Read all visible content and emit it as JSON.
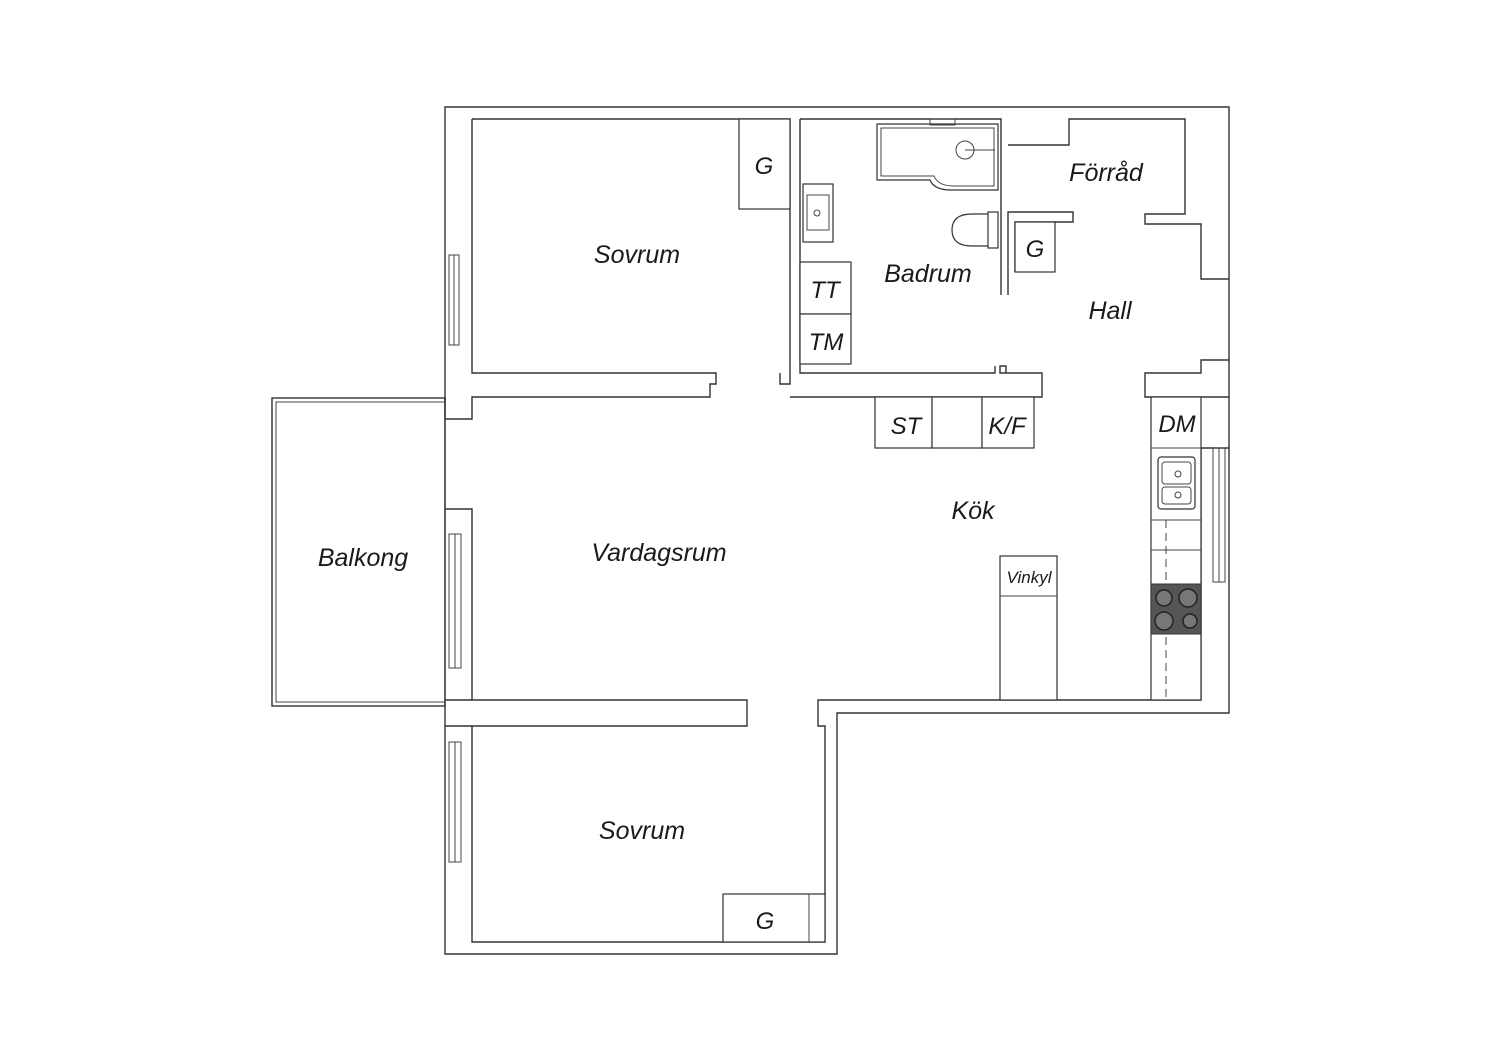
{
  "rooms": {
    "sovrum_top": "Sovrum",
    "sovrum_bottom": "Sovrum",
    "vardagsrum": "Vardagsrum",
    "balkong": "Balkong",
    "badrum": "Badrum",
    "forrad": "Förråd",
    "hall": "Hall",
    "kok": "Kök"
  },
  "fixtures": {
    "g_top": "G",
    "g_bath": "G",
    "g_bottom": "G",
    "tt": "TT",
    "tm": "TM",
    "st": "ST",
    "kf": "K/F",
    "dm": "DM",
    "vinkyl": "Vinkyl"
  },
  "colors": {
    "walls": "#333333",
    "background": "#ffffff",
    "stove": "#555555"
  },
  "icons": [
    "bathtub-icon",
    "sink-icon",
    "toilet-icon",
    "kitchen-sink-icon",
    "stove-icon"
  ]
}
